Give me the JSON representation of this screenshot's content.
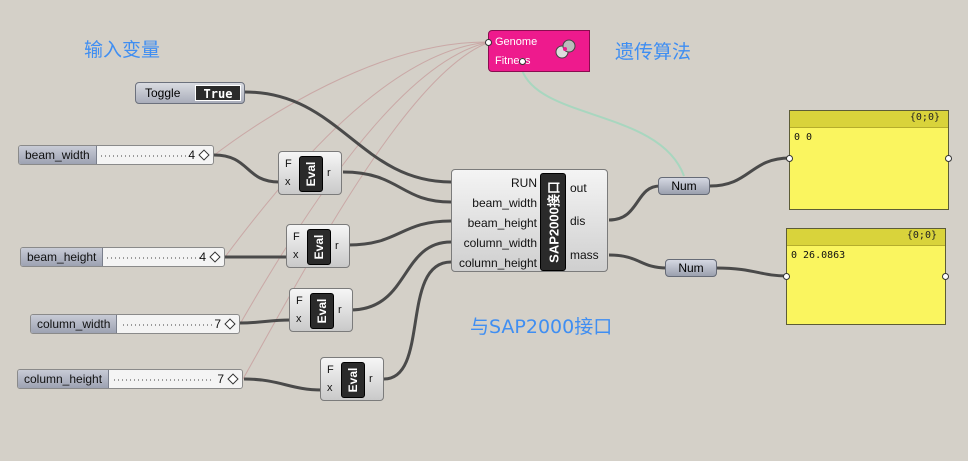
{
  "annotations": {
    "inputs": "输入变量",
    "genetic": "遗传算法",
    "sap_interface": "与SAP2000接口"
  },
  "toggle": {
    "label": "Toggle",
    "value": "True"
  },
  "sliders": [
    {
      "label": "beam_width",
      "value": "4"
    },
    {
      "label": "beam_height",
      "value": "4"
    },
    {
      "label": "column_width",
      "value": "7"
    },
    {
      "label": "column_height",
      "value": "7"
    }
  ],
  "eval": {
    "pin_f": "F",
    "pin_x": "x",
    "pin_r": "r",
    "name": "Eval"
  },
  "galapagos": {
    "genome": "Genome",
    "fitness": "Fitness"
  },
  "sap": {
    "name": "SAP2000接口",
    "inputs": [
      "RUN",
      "beam_width",
      "beam_height",
      "column_width",
      "column_height"
    ],
    "outputs": [
      "out",
      "dis",
      "mass"
    ]
  },
  "num_label": "Num",
  "panels": [
    {
      "header": "{0;0}",
      "text": "0 0"
    },
    {
      "header": "{0;0}",
      "text": "0 26.0863"
    }
  ],
  "colors": {
    "wire": "#4a4a4a",
    "galapagos": "#ee1a8d",
    "panel": "#faf55f",
    "annotation": "#3f8ef2"
  }
}
